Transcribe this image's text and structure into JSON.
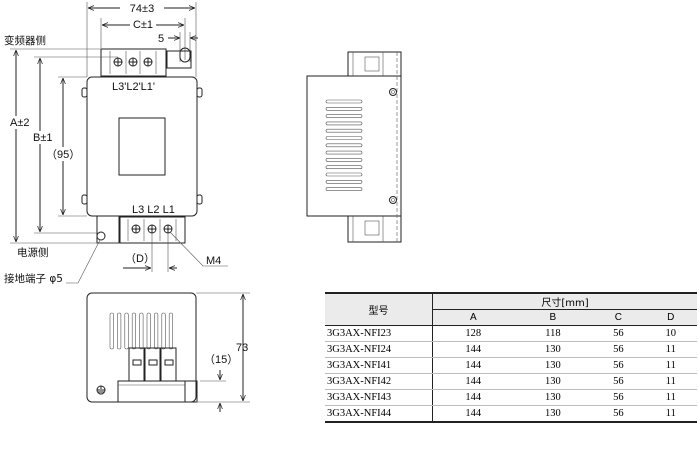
{
  "drawing": {
    "dim_width": "74±3",
    "dim_c": "C±1",
    "dim_5": "5",
    "dim_a": "A±2",
    "dim_b": "B±1",
    "dim_95": "（95）",
    "dim_d": "（D）",
    "dim_73": "73",
    "dim_15": "（15）",
    "label_inverter_side": "变频器侧",
    "label_power_side": "电源侧",
    "label_ground_terminal": "接地端子 φ5",
    "label_m4": "M4",
    "terminals_out": "L3'L2'L1'",
    "terminals_in": "L3 L2 L1"
  },
  "table": {
    "header_model": "型号",
    "header_dims": "尺寸[mm]",
    "columns": [
      "A",
      "B",
      "C",
      "D"
    ],
    "rows": [
      {
        "model": "3G3AX-NFI23",
        "A": "128",
        "B": "118",
        "C": "56",
        "D": "10"
      },
      {
        "model": "3G3AX-NFI24",
        "A": "144",
        "B": "130",
        "C": "56",
        "D": "11"
      },
      {
        "model": "3G3AX-NFI41",
        "A": "144",
        "B": "130",
        "C": "56",
        "D": "11"
      },
      {
        "model": "3G3AX-NFI42",
        "A": "144",
        "B": "130",
        "C": "56",
        "D": "11"
      },
      {
        "model": "3G3AX-NFI43",
        "A": "144",
        "B": "130",
        "C": "56",
        "D": "11"
      },
      {
        "model": "3G3AX-NFI44",
        "A": "144",
        "B": "130",
        "C": "56",
        "D": "11"
      }
    ]
  }
}
